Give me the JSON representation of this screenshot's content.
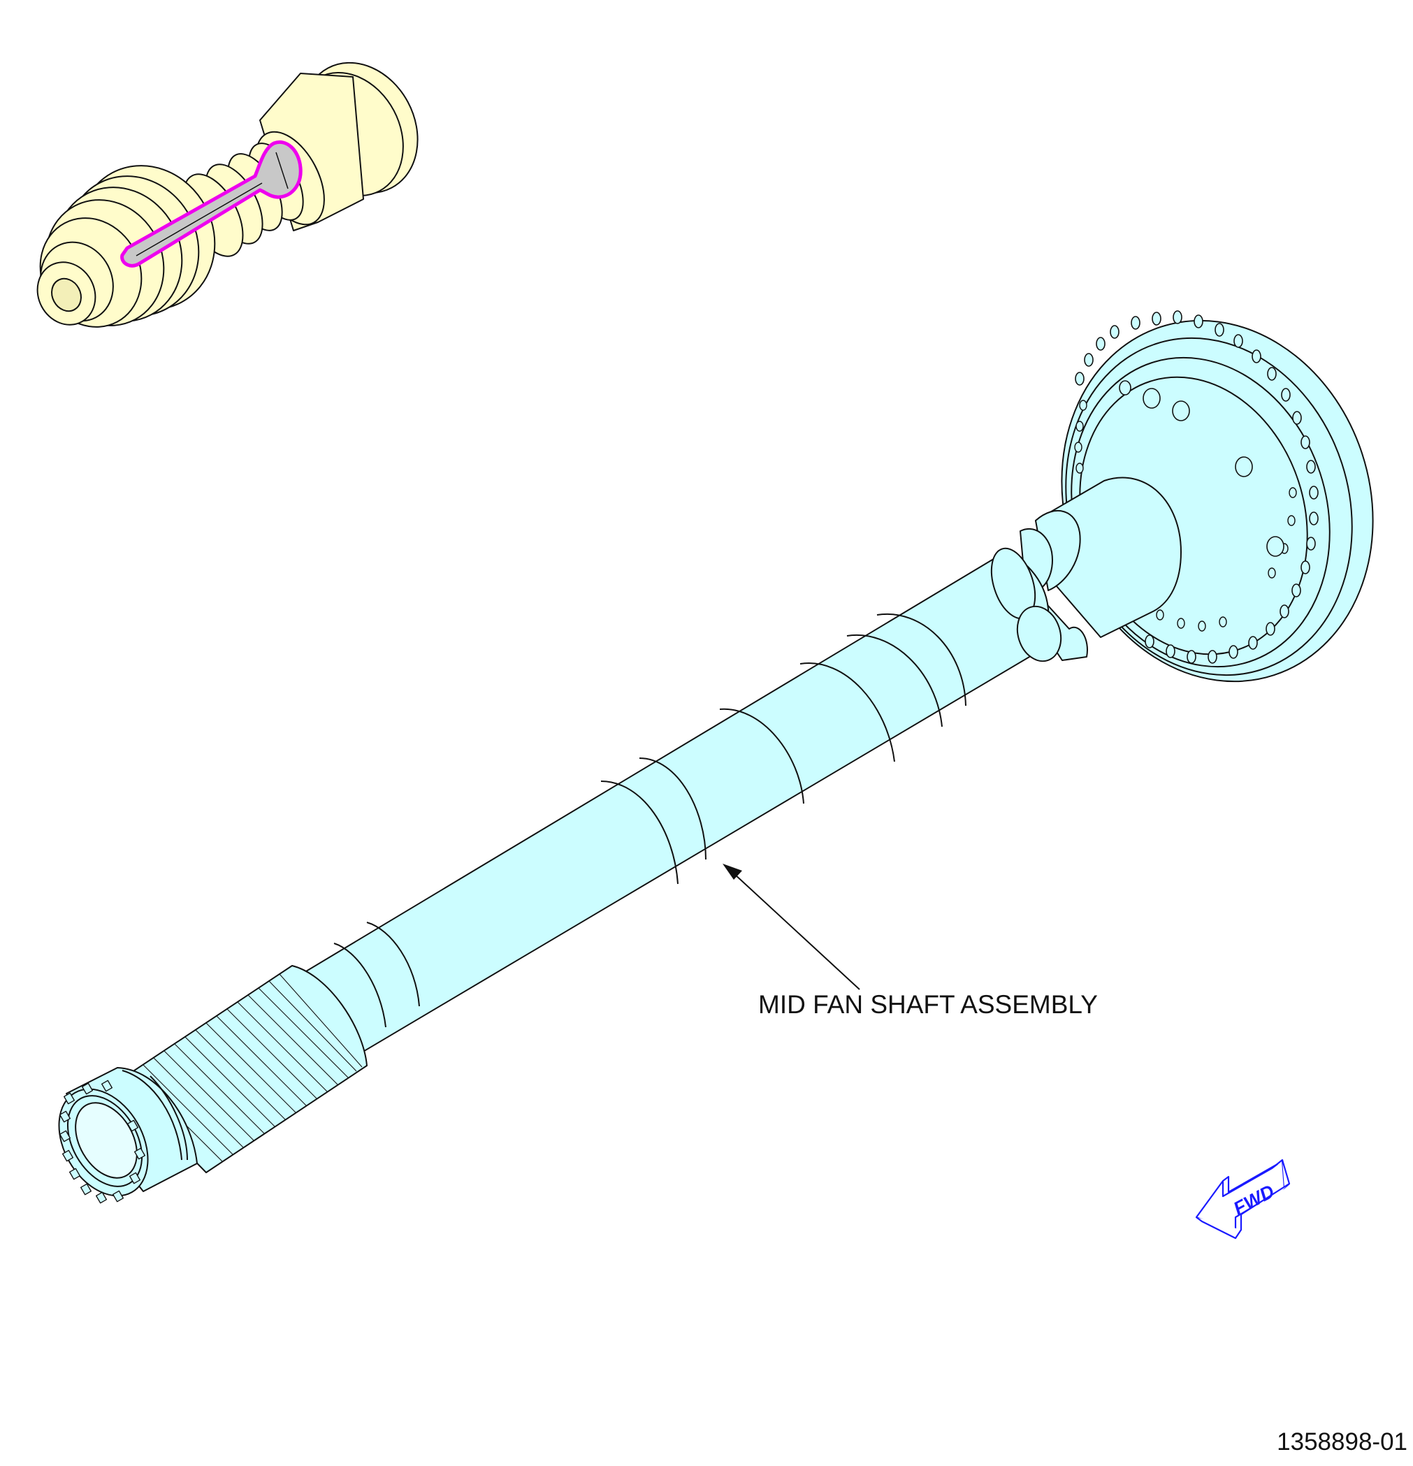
{
  "callout": {
    "label": "MID FAN SHAFT ASSEMBLY"
  },
  "orientation_arrow": {
    "label": "FWD",
    "icon": "fwd-arrow-icon",
    "color": "#1a1aff"
  },
  "figure_number": "1358898-01",
  "colors": {
    "shaft_fill": "#ccfdff",
    "locator_fill": "#fffccb",
    "highlight": "#ee00ee",
    "highlight_fill": "#c8c8c8",
    "line": "#111111"
  }
}
